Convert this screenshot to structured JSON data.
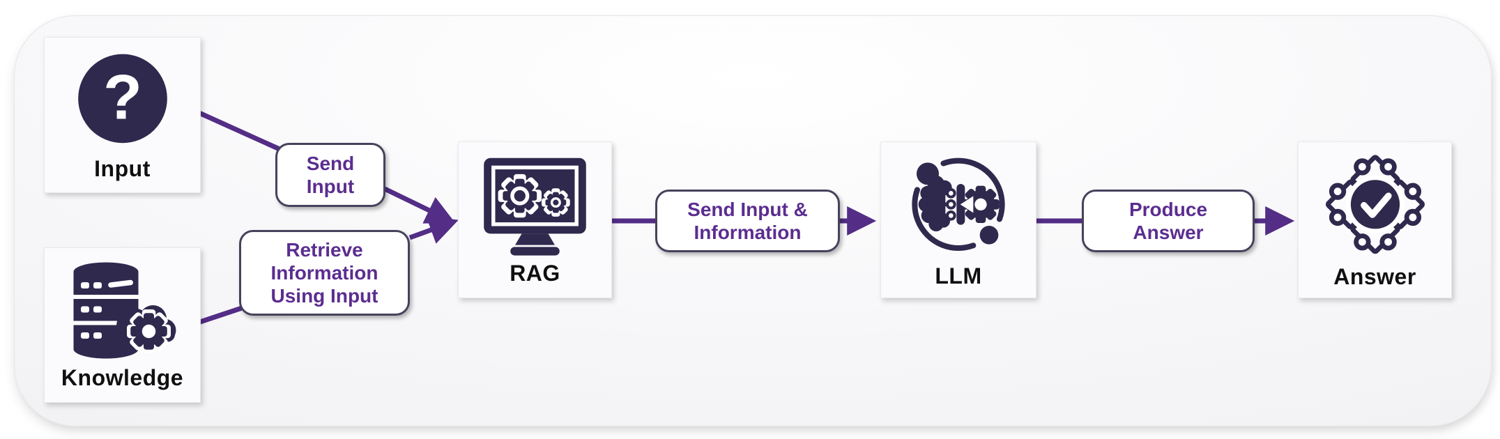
{
  "diagram": {
    "title": "RAG pipeline flow diagram",
    "nodes": [
      {
        "id": "input",
        "label": "Input",
        "icon": "question-circle-icon"
      },
      {
        "id": "knowledge",
        "label": "Knowledge",
        "icon": "database-cloud-gear-icon"
      },
      {
        "id": "rag",
        "label": "RAG",
        "icon": "monitor-gears-icon"
      },
      {
        "id": "llm",
        "label": "LLM",
        "icon": "brain-gear-orbit-icon"
      },
      {
        "id": "answer",
        "label": "Answer",
        "icon": "puzzle-checkmark-icon"
      }
    ],
    "edges": [
      {
        "from": "input",
        "to": "rag",
        "label": "Send Input"
      },
      {
        "from": "knowledge",
        "to": "rag",
        "label": "Retrieve Information Using Input"
      },
      {
        "from": "rag",
        "to": "llm",
        "label": "Send Input & Information"
      },
      {
        "from": "llm",
        "to": "answer",
        "label": "Produce Answer"
      }
    ],
    "colors": {
      "icon_dark": "#2e294d",
      "arrow_purple": "#532d86",
      "label_text_purple": "#5b2d90",
      "pill_border": "#46425c",
      "node_label_text": "#101010",
      "card_background": "#fbfbfd",
      "panel_background": "#efeff1",
      "page_background": "#ffffff"
    }
  }
}
